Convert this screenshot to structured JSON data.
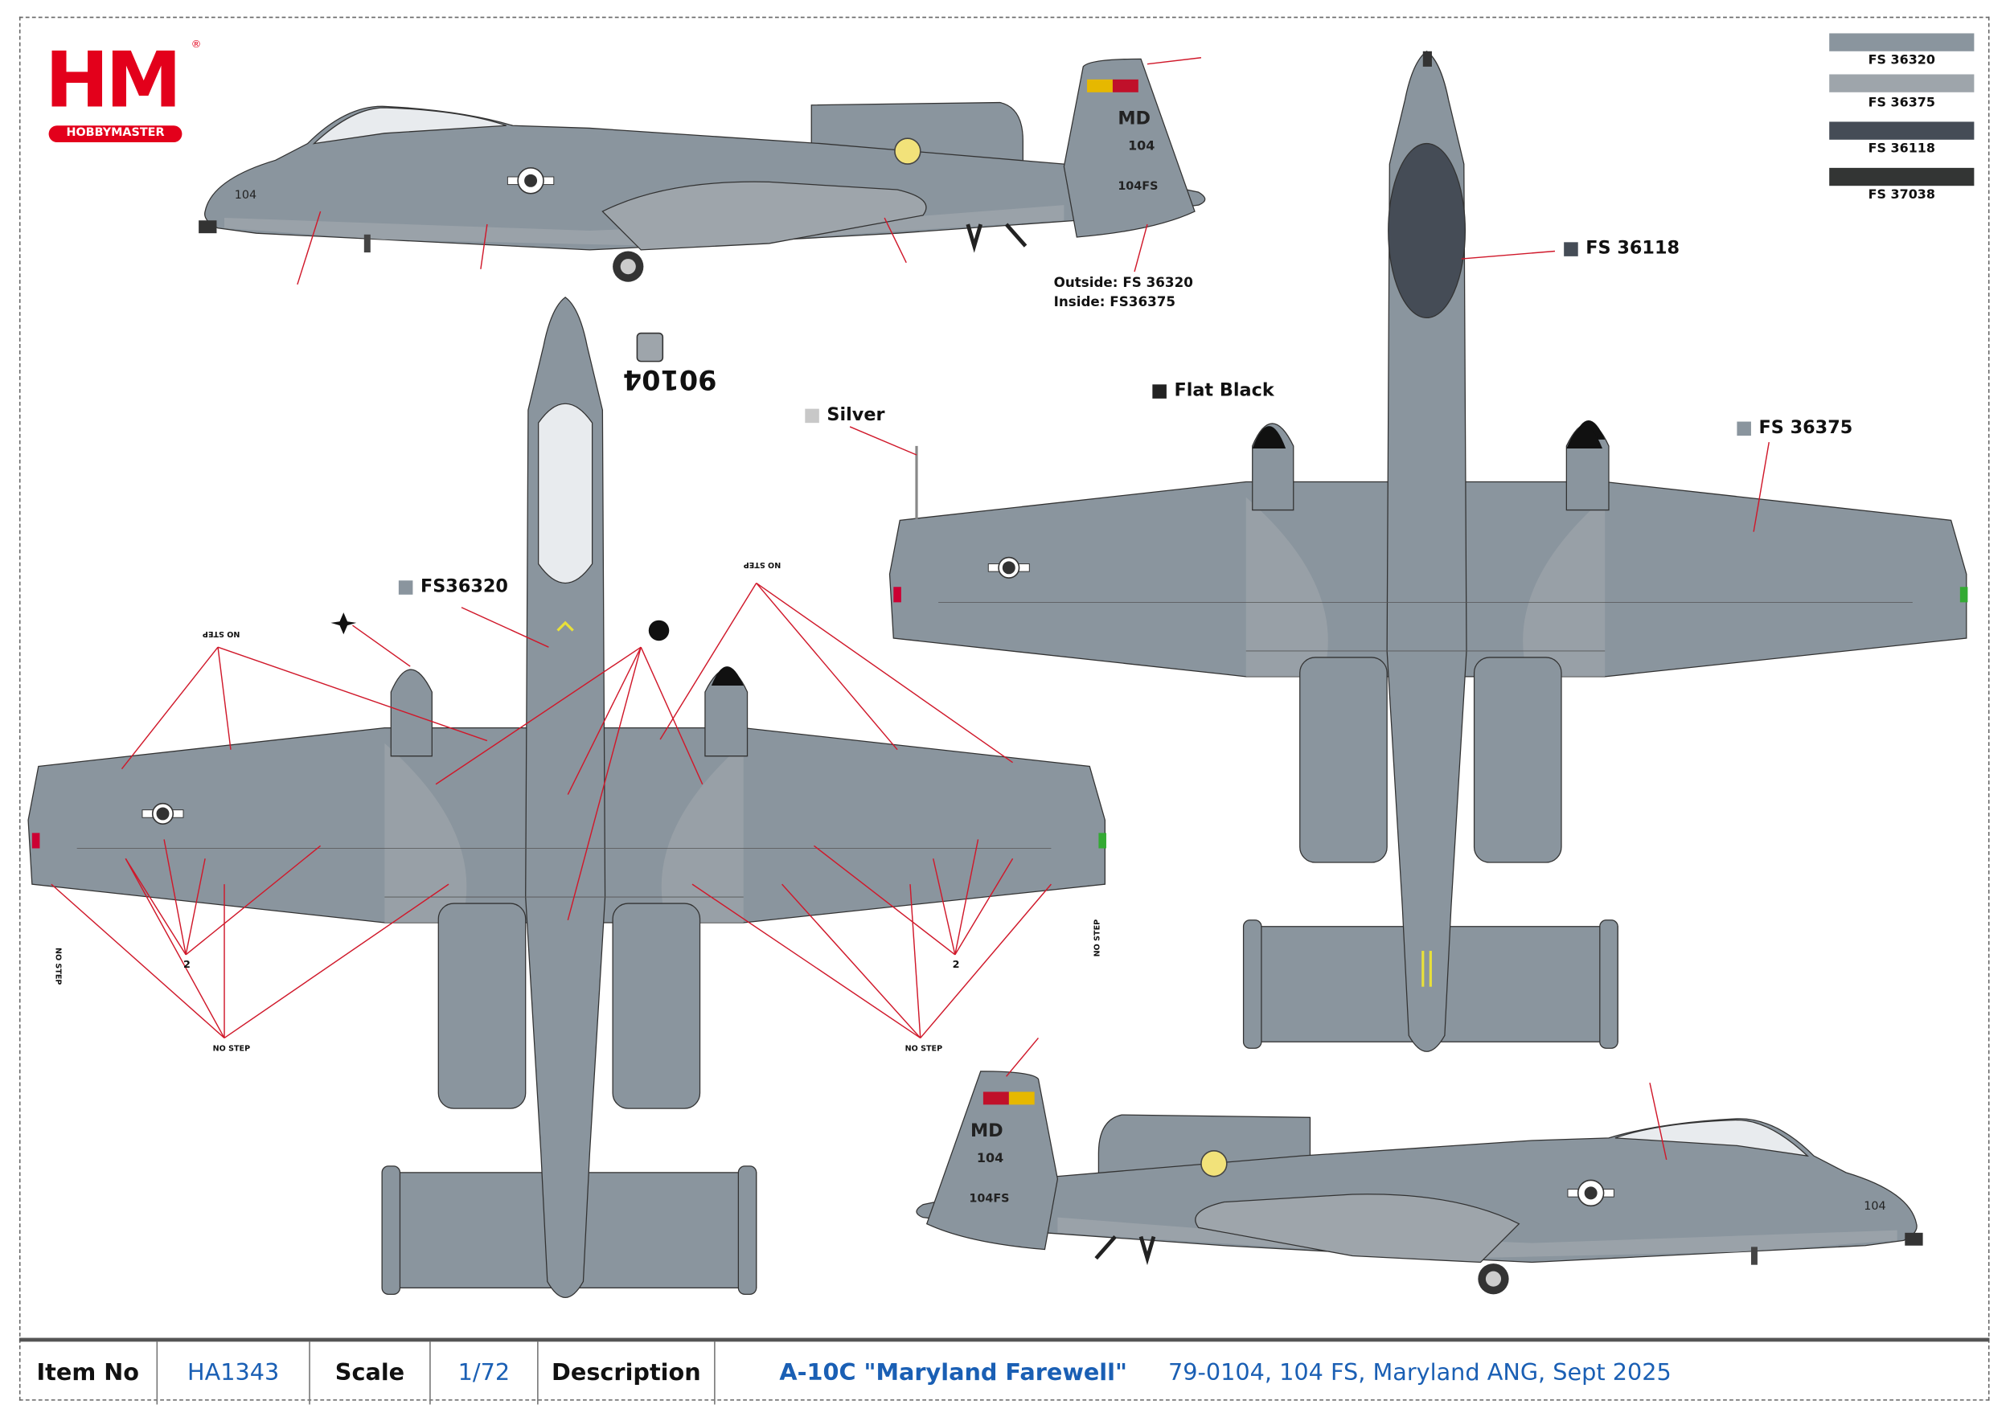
{
  "brand": {
    "logo_text": "HM",
    "logo_subtext": "HOBBYMASTER",
    "registered": "®"
  },
  "legend": [
    {
      "code": "FS 36320",
      "color": "#8a959e"
    },
    {
      "code": "FS 36375",
      "color": "#9ea5ab"
    },
    {
      "code": "FS 36118",
      "color": "#454c56"
    },
    {
      "code": "FS 37038",
      "color": "#333534"
    }
  ],
  "callouts": {
    "tail_outside": "Outside: FS 36320",
    "tail_inside": "Inside: FS36375",
    "fs36118": "FS 36118",
    "flat_black": "Flat Black",
    "silver": "Silver",
    "fs36375": "FS 36375",
    "fs36320": "FS36320",
    "silver_color": "#c8c8c8",
    "black_color": "#222222"
  },
  "no_step": "NO STEP",
  "markings": {
    "tail_code": "MD",
    "tail_number": "104",
    "squadron": "104FS",
    "nose_number": "104",
    "underwing_serial": "90104",
    "step_number": "2"
  },
  "footer": {
    "item_no_label": "Item No",
    "item_no": "HA1343",
    "scale_label": "Scale",
    "scale": "1/72",
    "description_label": "Description",
    "model_name": "A-10C \"Maryland Farewell\"",
    "details": "79-0104, 104 FS, Maryland ANG, Sept 2025"
  }
}
